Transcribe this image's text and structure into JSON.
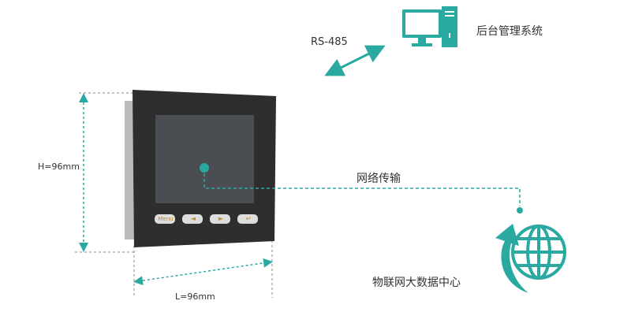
{
  "labels": {
    "rs485": "RS-485",
    "backend": "后台管理系统",
    "network": "网络传输",
    "datacenter": "物联网大数据中心",
    "height": "H=96mm",
    "length": "L=96mm"
  },
  "device": {
    "buttons": [
      "Menu",
      "◄",
      "►",
      "↵"
    ]
  },
  "colors": {
    "accent": "#2aa9a0",
    "device": "#2e2e2e",
    "screen": "#4a4d52"
  }
}
